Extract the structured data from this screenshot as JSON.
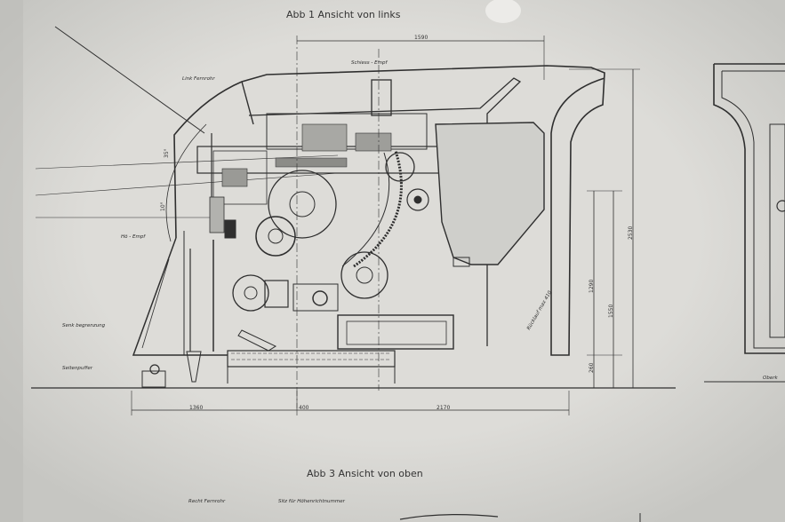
{
  "titles": {
    "fig1": "Abb 1 Ansicht von links",
    "fig3": "Abb 3 Ansicht von oben"
  },
  "labels": {
    "links_fernrohr": "Link Fernrohr",
    "schiess_empf": "Schiess - Empf",
    "hoehe_empf": "Hö - Empf",
    "senk_begrenzung": "Senk begrenzung",
    "seitenpuffer": "Seitenpuffer",
    "rueckstoss": "Rücklauf max 410",
    "oberkante": "Oberk",
    "rechts_fernrohr": "Recht Fernrohr",
    "sitz": "Sitz für Höhenrichtnummer"
  },
  "dimensions": {
    "top_width": "1590",
    "total_height": "2530",
    "middle_height": "1290",
    "lower_height": "1550",
    "base_height": "260",
    "left_length": "1360",
    "right_length": "2170",
    "angle_35": "35°",
    "angle_10": "10°",
    "offset": "400"
  },
  "colors": {
    "paper": "#d9d9d6",
    "ink": "#2c2c2c"
  }
}
